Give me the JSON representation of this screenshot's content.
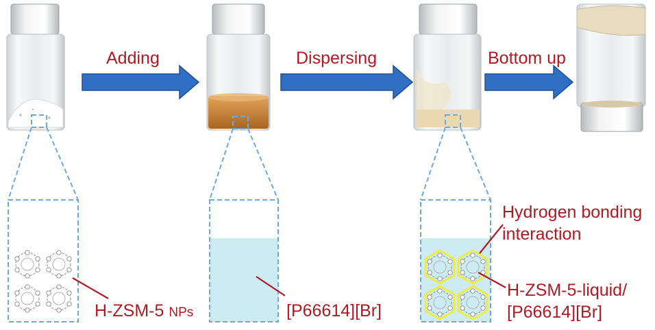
{
  "steps": {
    "adding": "Adding",
    "dispersing": "Dispersing",
    "bottom_up": "Bottom up"
  },
  "labels": {
    "hzsm5": "H-ZSM-5",
    "nps": "NPs",
    "ionic_liquid": "[P66614][Br]",
    "hbond_line1": "Hydrogen bonding",
    "hbond_line2": "interaction",
    "composite_line1": "H-ZSM-5-liquid/",
    "composite_line2": "[P66614][Br]"
  },
  "colors": {
    "accent_text": "#b01a25",
    "arrow_fill": "#2f6fc4",
    "dashed_outline": "#6fa8dc",
    "liquid": "#cdebf3",
    "hbond_ring": "#f2ea3c",
    "vial_cap": "#eeeeee",
    "amber_liquid": "#c9893a"
  }
}
